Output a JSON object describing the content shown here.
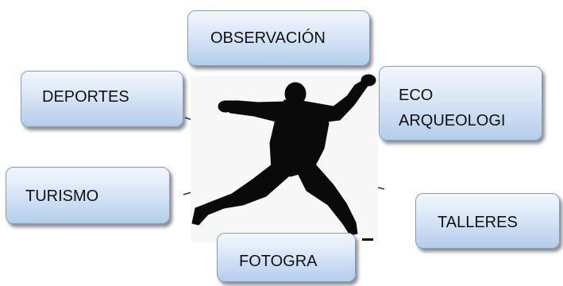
{
  "boxes": {
    "observacion": "OBSERVACIÓN",
    "deportes": "DEPORTES",
    "eco": "ECO ARQUEOLOGI",
    "turismo": "TURISMO",
    "talleres": "TALLERES",
    "fotogra": "FOTOGRA"
  }
}
